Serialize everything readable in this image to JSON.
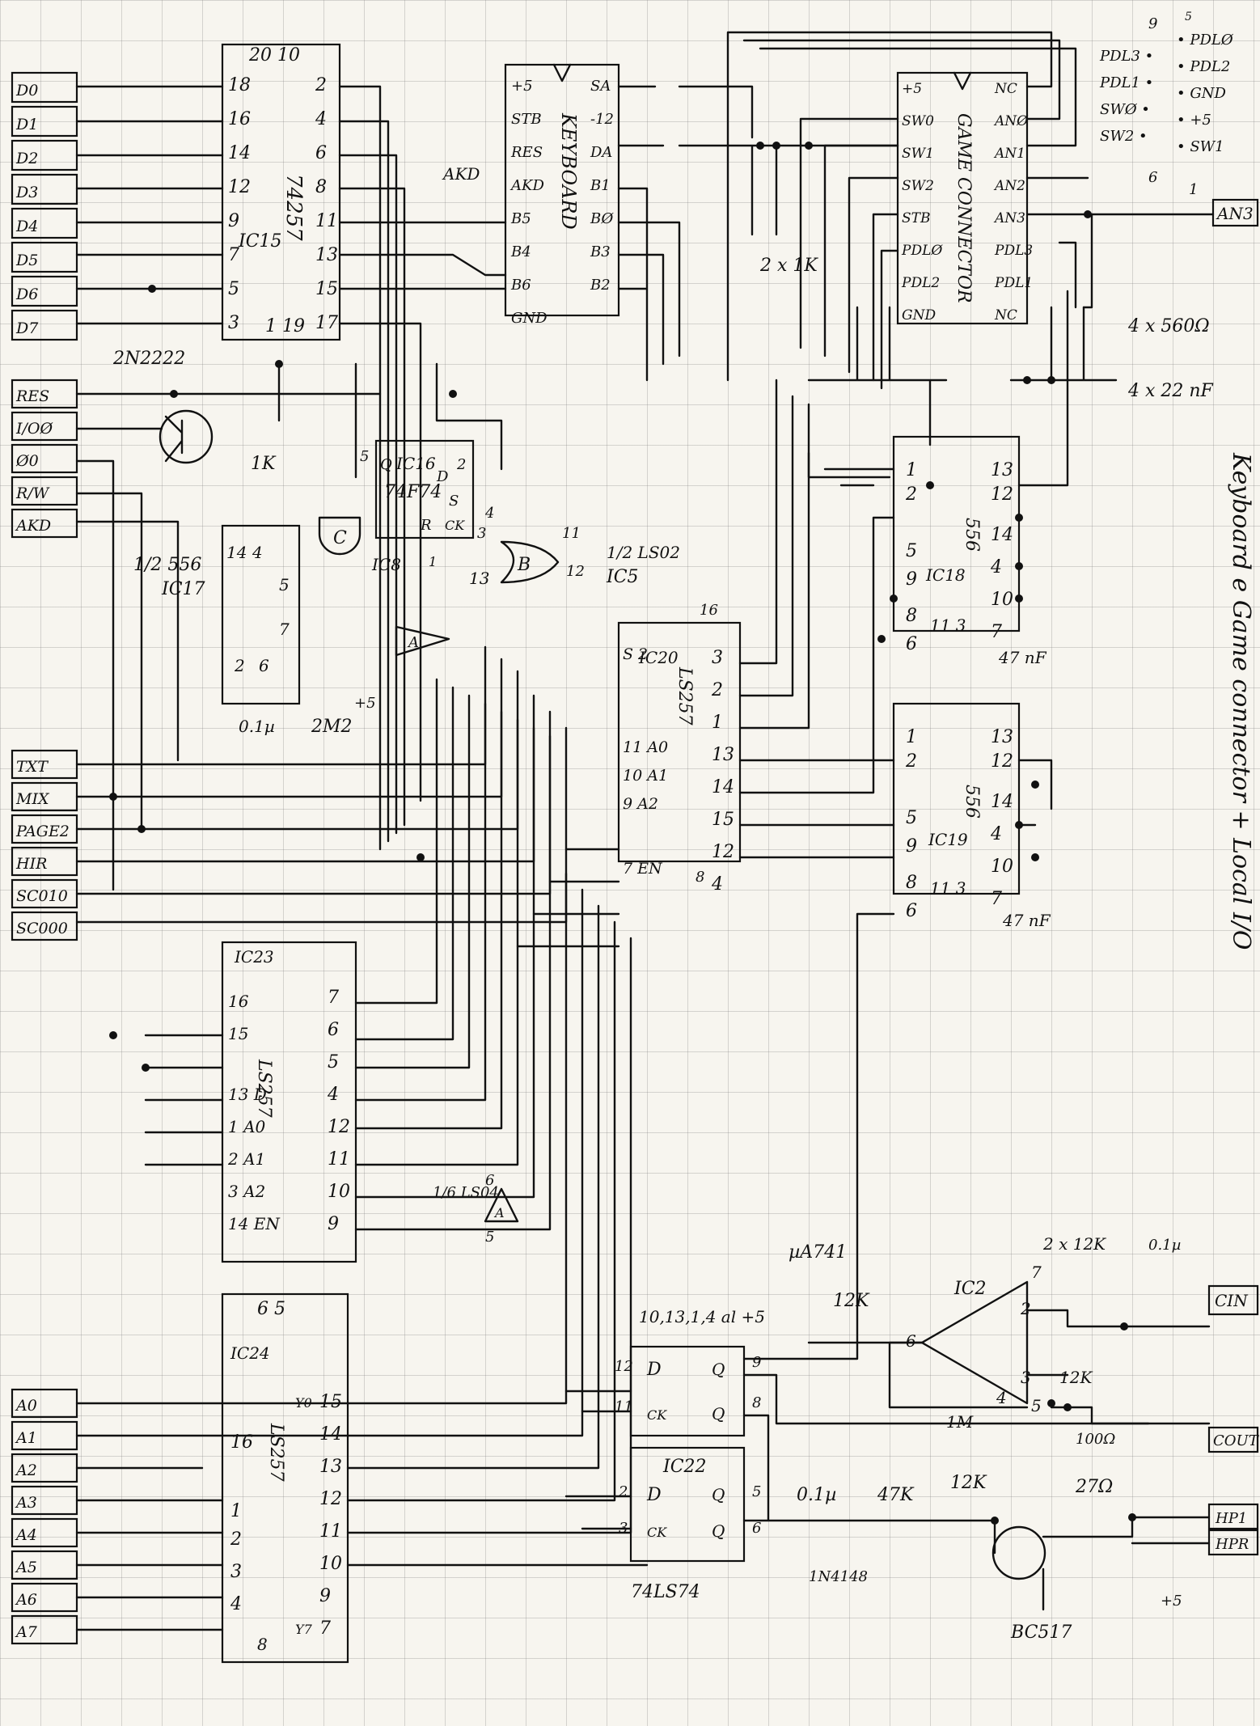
{
  "left_inputs": [
    "D0",
    "D1",
    "D2",
    "D3",
    "D4",
    "D5",
    "D6",
    "D7"
  ],
  "ctrl_inputs": [
    "RES",
    "I/OØ",
    "Ø0",
    "R/W",
    "AKD"
  ],
  "mode_inputs": [
    "TXT",
    "MIX",
    "PAGE2",
    "HIR",
    "SC010",
    "SC000"
  ],
  "addr_inputs": [
    "A0",
    "A1",
    "A2",
    "A3",
    "A4",
    "A5",
    "A6",
    "A7"
  ],
  "ic15": {
    "name": "IC15",
    "type": "74257",
    "top_pins": "20 10",
    "left_pins": [
      "18",
      "16",
      "14",
      "12",
      "9",
      "7",
      "5",
      "3"
    ],
    "right_pins": [
      "2",
      "4",
      "6",
      "8",
      "11",
      "13",
      "15",
      "17"
    ],
    "bottom_pins": "1 19"
  },
  "keyboard": {
    "name": "KEYBOARD",
    "left": [
      "+5",
      "STB",
      "RES",
      "AKD",
      "B5",
      "B4",
      "B6",
      "GND"
    ],
    "right": [
      "SA",
      "-12",
      "DA",
      "B1",
      "BØ",
      "B3",
      "B2"
    ],
    "akd_label": "AKD"
  },
  "resistors_top": "2 x 1K",
  "game": {
    "name": "GAME CONNECTOR",
    "left": [
      "+5",
      "SW0",
      "SW1",
      "SW2",
      "STB",
      "PDLØ",
      "PDL2",
      "GND"
    ],
    "right": [
      "NC",
      "ANØ",
      "AN1",
      "AN2",
      "AN3",
      "PDL3",
      "PDL1",
      "NC"
    ]
  },
  "connector_pinout": {
    "left": [
      "PDL3",
      "PDL1",
      "SWØ",
      "SW2"
    ],
    "right": [
      "PDLØ",
      "PDL2",
      "GND",
      "+5",
      "SW1"
    ],
    "top_left": "9",
    "top_right": "5",
    "bottom_left": "6",
    "bottom_right": "1"
  },
  "an3_label": "AN3",
  "res_560": "4 x 560Ω",
  "cap_22": "4 x 22 nF",
  "vertical_title": "Keyboard e Game connector + Local I/O",
  "transistor1": "2N2222",
  "r1k": "1K",
  "ic16": {
    "name": "IC16",
    "type": "74F74",
    "pins": {
      "q": "Q",
      "d": "D",
      "s": "S",
      "r": "R",
      "ck": "CK",
      "p5": "5",
      "p2": "2",
      "p4": "4",
      "p3": "3",
      "p1": "1"
    }
  },
  "ic17": {
    "name": "IC17",
    "type": "1/2 556",
    "pins": {
      "p14": "14",
      "p4": "4",
      "p5": "5",
      "p7": "7",
      "p2": "2",
      "p6": "6"
    }
  },
  "ic8": {
    "label": "IC8",
    "c": "C",
    "a": "A"
  },
  "ic5": {
    "name": "IC5",
    "type": "1/2 LS02",
    "p11": "11",
    "p12": "12",
    "p13": "13",
    "b": "B"
  },
  "timing": {
    "cap": "0.1µ",
    "res": "2M2",
    "plus": "+5"
  },
  "ic18": {
    "name": "IC18",
    "type": "556",
    "left": [
      "1",
      "2",
      "5",
      "9",
      "8",
      "6"
    ],
    "right": [
      "13",
      "12",
      "14",
      "4",
      "10",
      "7"
    ],
    "bottom": "11 3",
    "cap": "47 nF"
  },
  "ic19": {
    "name": "IC19",
    "type": "556",
    "left": [
      "1",
      "2",
      "5",
      "9",
      "8",
      "6"
    ],
    "right": [
      "13",
      "12",
      "14",
      "4",
      "10",
      "7"
    ],
    "bottom": "11 3",
    "cap": "47 nF"
  },
  "ic20": {
    "name": "IC20",
    "type": "LS257",
    "left": [
      "S 2",
      "11 A0",
      "10 A1",
      "9 A2",
      "7 EN"
    ],
    "right": [
      "3",
      "2",
      "1",
      "13",
      "14",
      "15",
      "12",
      "4"
    ],
    "top": "16",
    "bottom": "8"
  },
  "ic23": {
    "name": "IC23",
    "type": "LS257",
    "left": [
      "16",
      "15",
      "13 D",
      "1 A0",
      "2 A1",
      "3 A2",
      "14 EN"
    ],
    "right": [
      "7",
      "6",
      "5",
      "4",
      "12",
      "11",
      "10",
      "9"
    ]
  },
  "ic24": {
    "name": "IC24",
    "type": "LS257",
    "left": [
      "16",
      "1",
      "2",
      "3",
      "4"
    ],
    "right": [
      "15",
      "14",
      "13",
      "12",
      "11",
      "10",
      "9",
      "7"
    ],
    "top": "6 5",
    "bottom": "8",
    "y0": "Y0",
    "y7": "Y7"
  },
  "ic2": {
    "name": "IC2",
    "type": "µA741",
    "r12k": "12K",
    "r12k2": "2 x 12K",
    "r1m": "1M",
    "r12k3": "12K",
    "cap": "0.1µ",
    "pins": [
      "2",
      "3",
      "4",
      "5",
      "6",
      "7"
    ]
  },
  "ic6": {
    "label": "1/6 LS04",
    "a": "A",
    "p6": "6",
    "p5": "5"
  },
  "ic22": {
    "name": "IC22",
    "type": "74LS74",
    "note": "10,13,1,4 al +5",
    "left1": [
      "12",
      "11"
    ],
    "right1": [
      "9",
      "8"
    ],
    "left2": [
      "2",
      "3"
    ],
    "right2": [
      "5",
      "6"
    ],
    "d": "D",
    "ck": "CK",
    "q": "Q"
  },
  "cin": "CIN",
  "cout": "COUT",
  "hp1": "HP1",
  "hp2": "HPR",
  "r100": "100Ω",
  "r12k_out": "12K",
  "cap_out": "0.1µ",
  "r47k": "47K",
  "diode": "1N4148",
  "r27": "27Ω",
  "transistor2": "BC517",
  "plus5": "+5"
}
